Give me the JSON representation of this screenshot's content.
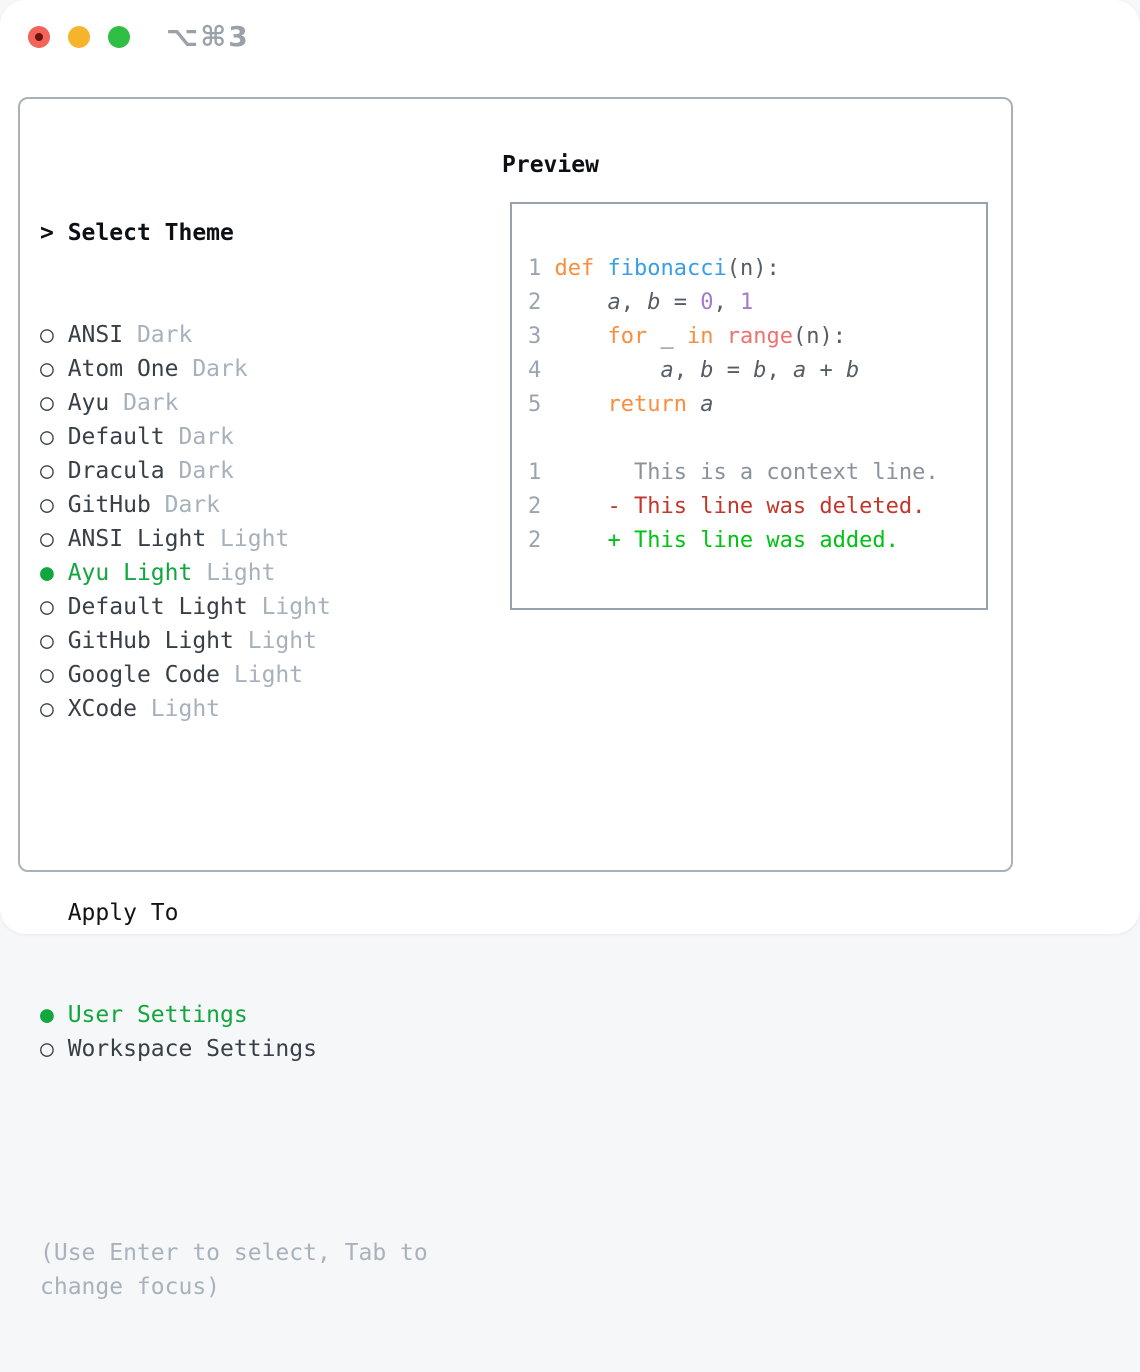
{
  "window": {
    "shortcut": "⌥⌘3",
    "traffic_lights": [
      {
        "name": "close",
        "color": "#f2635a"
      },
      {
        "name": "minimize",
        "color": "#f6b42c"
      },
      {
        "name": "zoom",
        "color": "#30bf45"
      }
    ]
  },
  "markers": {
    "selected": "●",
    "unselected": "○",
    "prompt": ">"
  },
  "left": {
    "title": "Select Theme",
    "themes": [
      {
        "name": "ANSI",
        "tag": "Dark",
        "selected": false
      },
      {
        "name": "Atom One",
        "tag": "Dark",
        "selected": false
      },
      {
        "name": "Ayu",
        "tag": "Dark",
        "selected": false
      },
      {
        "name": "Default",
        "tag": "Dark",
        "selected": false
      },
      {
        "name": "Dracula",
        "tag": "Dark",
        "selected": false
      },
      {
        "name": "GitHub",
        "tag": "Dark",
        "selected": false
      },
      {
        "name": "ANSI Light",
        "tag": "Light",
        "selected": false
      },
      {
        "name": "Ayu Light",
        "tag": "Light",
        "selected": true
      },
      {
        "name": "Default Light",
        "tag": "Light",
        "selected": false
      },
      {
        "name": "GitHub Light",
        "tag": "Light",
        "selected": false
      },
      {
        "name": "Google Code",
        "tag": "Light",
        "selected": false
      },
      {
        "name": "XCode",
        "tag": "Light",
        "selected": false
      }
    ],
    "apply_to": {
      "title": "Apply To",
      "options": [
        {
          "label": "User Settings",
          "selected": true
        },
        {
          "label": "Workspace Settings",
          "selected": false
        }
      ]
    },
    "help_lines": [
      "(Use Enter to select, Tab to",
      "change focus)"
    ]
  },
  "preview": {
    "title": "Preview",
    "lines": [
      {
        "segments": [
          {
            "t": "1 ",
            "c": "ln"
          },
          {
            "t": "def ",
            "c": "kw"
          },
          {
            "t": "fibonacci",
            "c": "fn"
          },
          {
            "t": "(n):",
            "c": "pl"
          }
        ]
      },
      {
        "segments": [
          {
            "t": "2 ",
            "c": "ln"
          },
          {
            "t": "    ",
            "c": "pl"
          },
          {
            "t": "a",
            "c": "it"
          },
          {
            "t": ", ",
            "c": "pl"
          },
          {
            "t": "b",
            "c": "it"
          },
          {
            "t": " = ",
            "c": "pl"
          },
          {
            "t": "0",
            "c": "nm"
          },
          {
            "t": ", ",
            "c": "pl"
          },
          {
            "t": "1",
            "c": "nm"
          }
        ]
      },
      {
        "segments": [
          {
            "t": "3 ",
            "c": "ln"
          },
          {
            "t": "    ",
            "c": "pl"
          },
          {
            "t": "for ",
            "c": "kw"
          },
          {
            "t": "_ ",
            "c": "pl"
          },
          {
            "t": "in ",
            "c": "kw"
          },
          {
            "t": "range",
            "c": "rd"
          },
          {
            "t": "(n):",
            "c": "pl"
          }
        ]
      },
      {
        "segments": [
          {
            "t": "4 ",
            "c": "ln"
          },
          {
            "t": "        ",
            "c": "pl"
          },
          {
            "t": "a",
            "c": "it"
          },
          {
            "t": ", ",
            "c": "pl"
          },
          {
            "t": "b",
            "c": "it"
          },
          {
            "t": " = ",
            "c": "pl"
          },
          {
            "t": "b",
            "c": "it"
          },
          {
            "t": ", ",
            "c": "pl"
          },
          {
            "t": "a",
            "c": "it"
          },
          {
            "t": " + ",
            "c": "pl"
          },
          {
            "t": "b",
            "c": "it"
          }
        ]
      },
      {
        "segments": [
          {
            "t": "5 ",
            "c": "ln"
          },
          {
            "t": "    ",
            "c": "pl"
          },
          {
            "t": "return ",
            "c": "kw"
          },
          {
            "t": "a",
            "c": "it"
          }
        ]
      },
      {
        "segments": []
      },
      {
        "segments": [
          {
            "t": "1",
            "c": "ln"
          },
          {
            "t": "       ",
            "c": "pl"
          },
          {
            "t": "This is a context line.",
            "c": "ctx"
          }
        ]
      },
      {
        "segments": [
          {
            "t": "2",
            "c": "ln"
          },
          {
            "t": "     ",
            "c": "pl"
          },
          {
            "t": "- This line was deleted.",
            "c": "del"
          }
        ]
      },
      {
        "segments": [
          {
            "t": "2",
            "c": "ln"
          },
          {
            "t": "     ",
            "c": "pl"
          },
          {
            "t": "+ This line was added.",
            "c": "add"
          }
        ]
      }
    ]
  },
  "colors": {
    "accent-green": "#12a63e",
    "added-green": "#00c213",
    "deleted-red": "#c2362b",
    "ctx-gray": "#8a929b",
    "kw": "#fa8d3e",
    "fn": "#399ee6",
    "rd": "#f07171",
    "nm": "#a37acc",
    "pl": "#565d66",
    "ln": "#9ba4ae",
    "muted": "#a7b1bb",
    "item": "#383f47",
    "help": "#a9b2bc",
    "border-panel": "#a9b2ba",
    "border-preview": "#99a2ac"
  }
}
